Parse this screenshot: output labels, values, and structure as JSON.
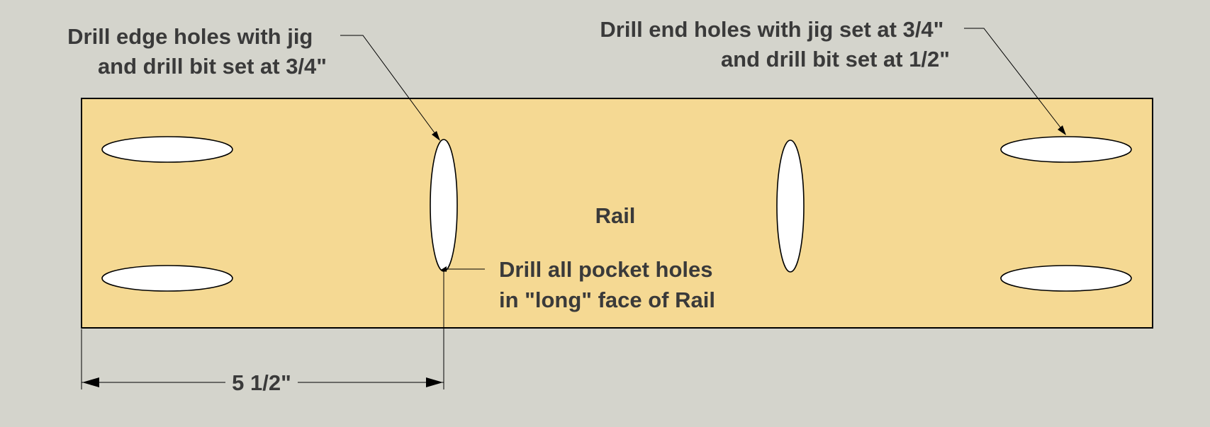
{
  "annotations": {
    "edge_holes": [
      "Drill edge holes with jig",
      "and drill bit set at 3/4\""
    ],
    "end_holes": [
      "Drill end holes with jig set at 3/4\"",
      "and drill bit set at 1/2\""
    ],
    "pocket_holes": [
      "Drill all pocket holes",
      "in \"long\" face of Rail"
    ]
  },
  "rail_label": "Rail",
  "dimension_label": "5 1/2\"",
  "colors": {
    "background": "#d4d4cc",
    "board_fill": "#f5d993",
    "board_stroke": "#000000",
    "hole_fill": "#ffffff",
    "text": "#3a3a3a"
  }
}
